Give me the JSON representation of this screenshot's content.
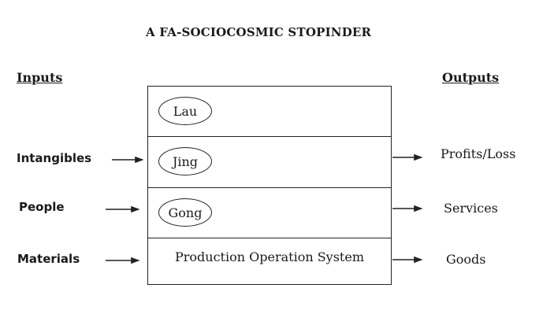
{
  "title": "A FA-SOCIOCOSMIC STOPINDER",
  "inputs_header": "Inputs",
  "outputs_header": "Outputs",
  "layers": [
    {
      "label": "Lau"
    },
    {
      "label": "Jing"
    },
    {
      "label": "Gong"
    },
    {
      "label": "Production Operation System"
    }
  ],
  "inputs": [
    "Intangibles",
    "People",
    "Materials"
  ],
  "outputs": [
    "Profits/Loss",
    "Services",
    "Goods"
  ]
}
